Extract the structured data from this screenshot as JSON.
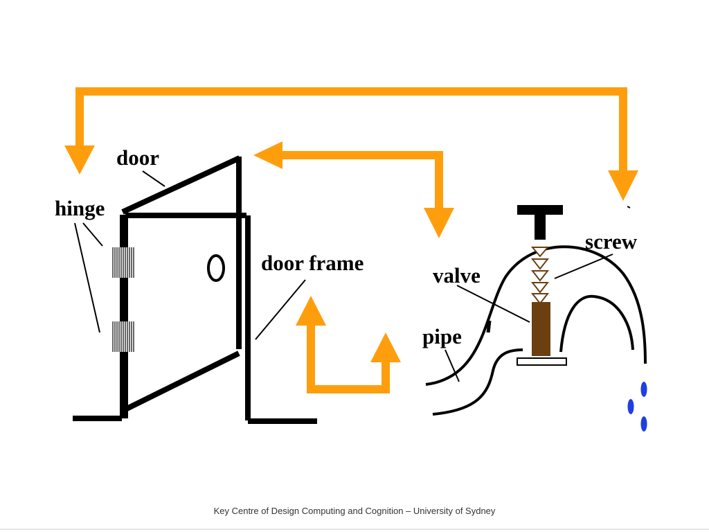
{
  "labels": {
    "door": "door",
    "hinge": "hinge",
    "door_frame": "door frame",
    "valve": "valve",
    "pipe": "pipe",
    "screw": "screw"
  },
  "footer": "Key Centre of Design Computing and Cognition – University of Sydney",
  "colors": {
    "arrow": "#FF9E0D",
    "line": "#000000",
    "valve_body": "#6B3F10",
    "water": "#1F3FE0"
  }
}
